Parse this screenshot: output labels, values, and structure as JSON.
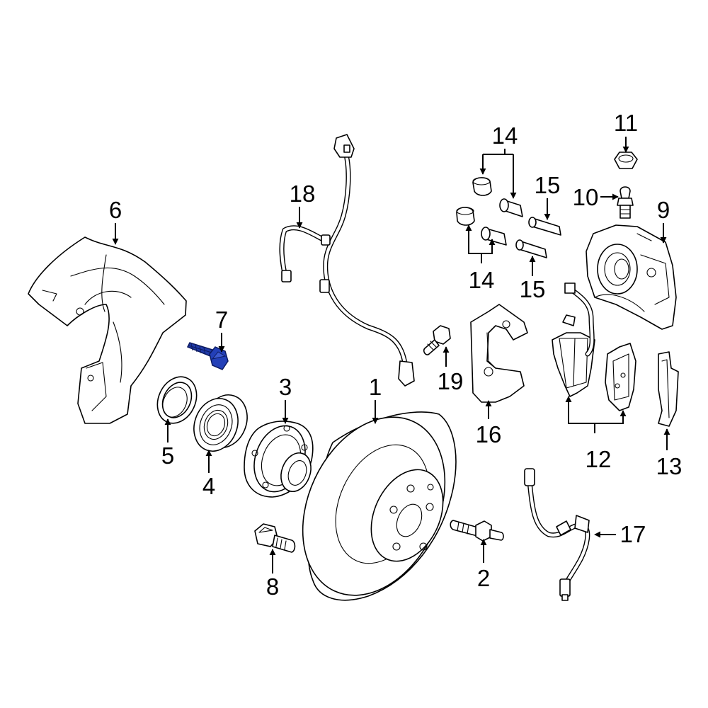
{
  "diagram": {
    "highlight_color": "#1f3aa8",
    "line_color": "#000000",
    "background": "#ffffff",
    "callouts": [
      {
        "id": "c1",
        "label": "1"
      },
      {
        "id": "c2",
        "label": "2"
      },
      {
        "id": "c3",
        "label": "3"
      },
      {
        "id": "c4",
        "label": "4"
      },
      {
        "id": "c5",
        "label": "5"
      },
      {
        "id": "c6",
        "label": "6"
      },
      {
        "id": "c7",
        "label": "7"
      },
      {
        "id": "c8",
        "label": "8"
      },
      {
        "id": "c9",
        "label": "9"
      },
      {
        "id": "c10",
        "label": "10"
      },
      {
        "id": "c11",
        "label": "11"
      },
      {
        "id": "c12",
        "label": "12"
      },
      {
        "id": "c13",
        "label": "13"
      },
      {
        "id": "c14a",
        "label": "14"
      },
      {
        "id": "c14b",
        "label": "14"
      },
      {
        "id": "c15a",
        "label": "15"
      },
      {
        "id": "c15b",
        "label": "15"
      },
      {
        "id": "c16",
        "label": "16"
      },
      {
        "id": "c17",
        "label": "17"
      },
      {
        "id": "c18",
        "label": "18"
      },
      {
        "id": "c19",
        "label": "19"
      }
    ]
  }
}
